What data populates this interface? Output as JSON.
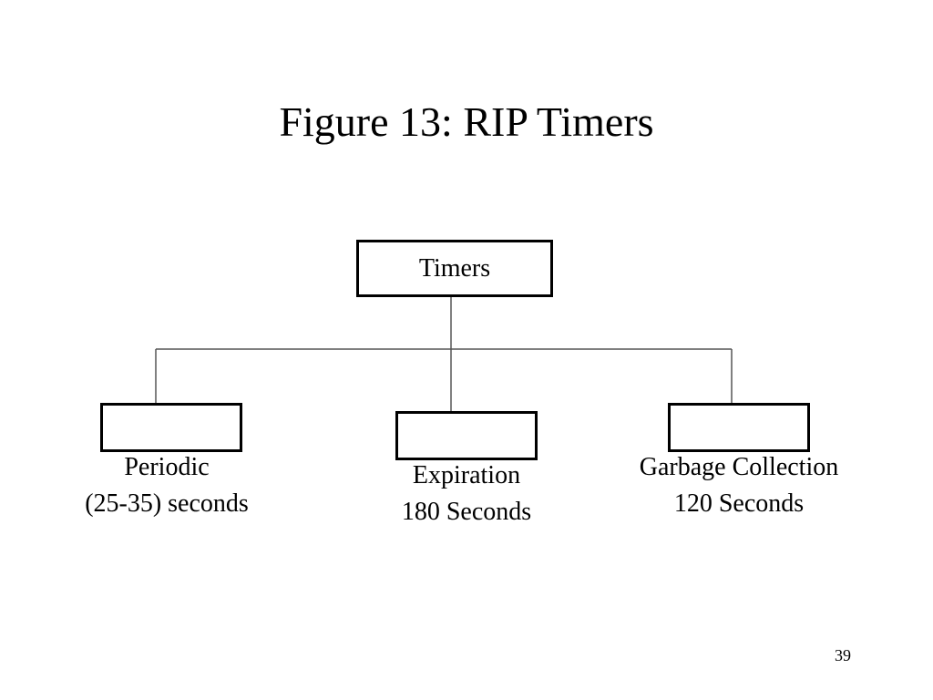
{
  "slide": {
    "title": "Figure 13: RIP Timers",
    "page_number": "39"
  },
  "diagram": {
    "root": {
      "label": "Timers"
    },
    "children": [
      {
        "label": "",
        "caption_line1": "Periodic",
        "caption_line2": "(25-35) seconds"
      },
      {
        "label": "",
        "caption_line1": "Expiration",
        "caption_line2": "180 Seconds"
      },
      {
        "label": "",
        "caption_line1": "Garbage Collection",
        "caption_line2": "120 Seconds"
      }
    ]
  }
}
